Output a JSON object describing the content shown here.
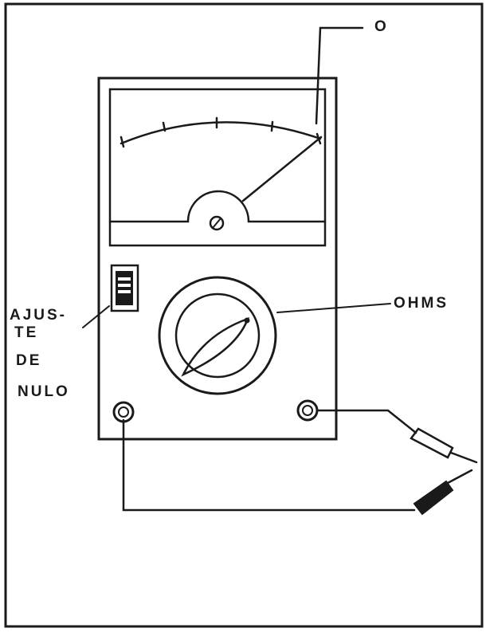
{
  "labels": {
    "zero": "O",
    "null_adjust_line1": "AJUS-",
    "null_adjust_line2": "TE",
    "null_adjust_line3": "DE",
    "null_adjust_line4": "NULO",
    "ohms": "OHMS"
  },
  "colors": {
    "ink": "#1a1a1a",
    "paper": "#ffffff"
  }
}
